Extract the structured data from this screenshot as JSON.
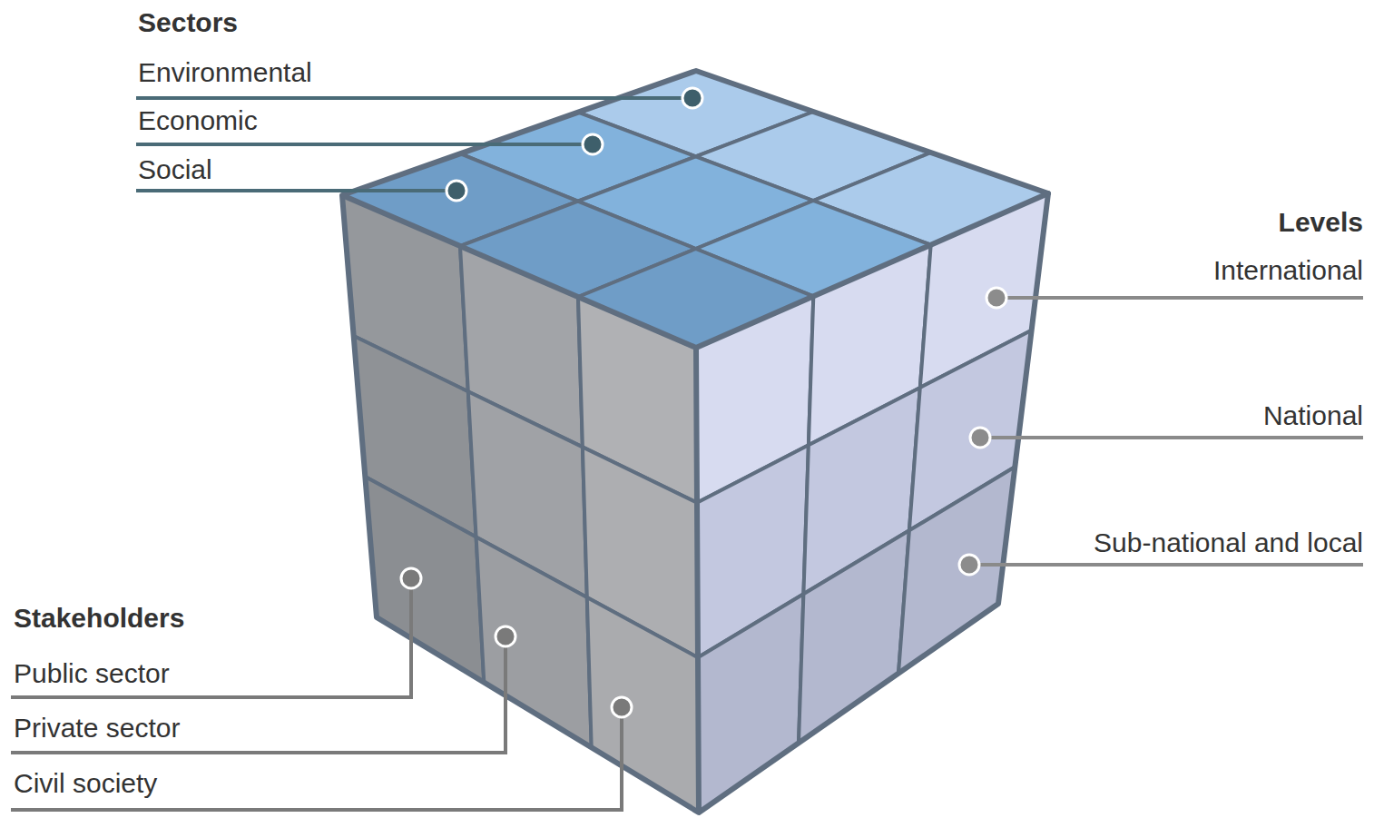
{
  "diagram": {
    "labels": [
      "Sectors",
      "Environmental",
      "Economic",
      "Social",
      "Levels",
      "International",
      "National",
      "Sub-national and local",
      "Stakeholders",
      "Public sector",
      "Private sector",
      "Civil society"
    ]
  }
}
